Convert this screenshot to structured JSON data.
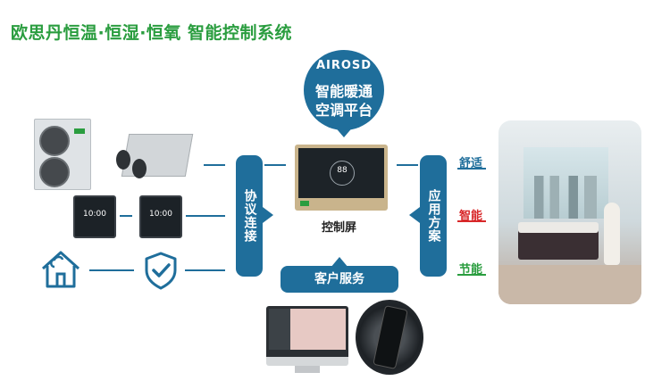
{
  "title": "欧思丹恒温·恒湿·恒氧 智能控制系统",
  "platform": {
    "logo": "AIROSD",
    "label_line1": "智能暖通",
    "label_line2": "空调平台"
  },
  "left_pill": {
    "line1": "协议",
    "line2": "连接"
  },
  "right_pill": {
    "line1": "应用",
    "line2": "方案"
  },
  "control_screen": {
    "label": "控制屏",
    "display_value": "88"
  },
  "thermostat_time": "10:00",
  "customer_service": "客户服务",
  "benefits": [
    {
      "label": "舒适",
      "color": "#1f6e9b"
    },
    {
      "label": "智能",
      "color": "#d8282a"
    },
    {
      "label": "节能",
      "color": "#2a9d3f"
    }
  ],
  "colors": {
    "primary_blue": "#1f6e9b",
    "title_green": "#2a9d3f"
  }
}
